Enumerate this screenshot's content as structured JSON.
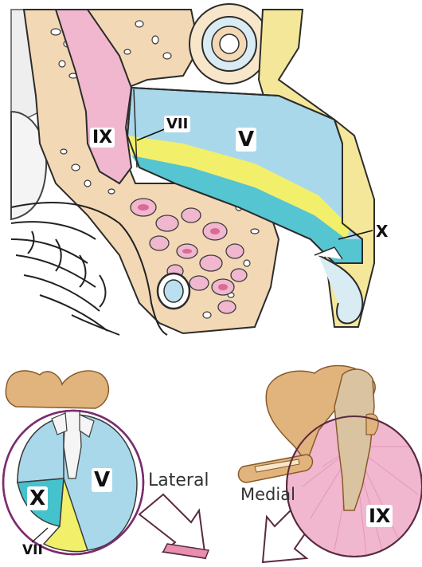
{
  "top_figure": {
    "labels": {
      "ix": "IX",
      "vii": "VII",
      "v": "V",
      "x": "X"
    }
  },
  "bottom_left_figure": {
    "labels": {
      "x": "X",
      "v": "V",
      "vii": "VII"
    }
  },
  "bottom_right_figure": {
    "labels": {
      "ix": "IX"
    }
  },
  "arrows": {
    "lateral": "Lateral",
    "medial": "Medial"
  },
  "colors": {
    "nerve_v": "#a9d8ea",
    "nerve_vii": "#f2ef6a",
    "nerve_x": "#46c2cc",
    "nerve_ix": "#f0b7cf",
    "bone": "#f3d8b5",
    "bone_tan": "#e0b47c",
    "outline": "#2c2c2c",
    "pink_cells": "#d96b96",
    "arrow_fill": "#e88fb0"
  }
}
